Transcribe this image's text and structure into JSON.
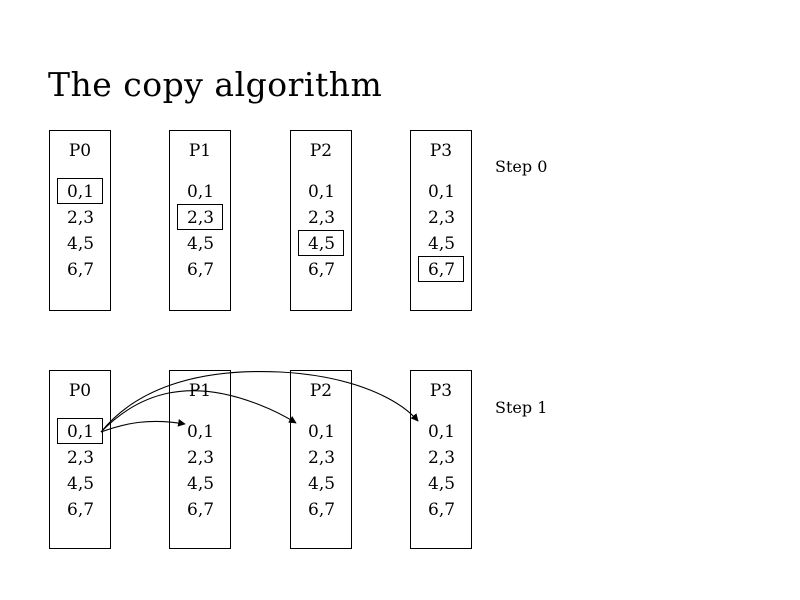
{
  "slide": {
    "title": "The copy algorithm",
    "background_color": "#ffffff",
    "ink_color": "#000000"
  },
  "rows": [
    {
      "step_label": "Step 0",
      "highlight_index": [
        0,
        1,
        2,
        3
      ],
      "processes": [
        {
          "name": "P0",
          "cells": [
            "0,1",
            "2,3",
            "4,5",
            "6,7"
          ],
          "highlighted_cell": "0,1"
        },
        {
          "name": "P1",
          "cells": [
            "0,1",
            "2,3",
            "4,5",
            "6,7"
          ],
          "highlighted_cell": "2,3"
        },
        {
          "name": "P2",
          "cells": [
            "0,1",
            "2,3",
            "4,5",
            "6,7"
          ],
          "highlighted_cell": "4,5"
        },
        {
          "name": "P3",
          "cells": [
            "0,1",
            "2,3",
            "4,5",
            "6,7"
          ],
          "highlighted_cell": "6,7"
        }
      ]
    },
    {
      "step_label": "Step 1",
      "processes": [
        {
          "name": "P0",
          "cells": [
            "0,1",
            "2,3",
            "4,5",
            "6,7"
          ],
          "highlighted_cell": "0,1"
        },
        {
          "name": "P1",
          "cells": [
            "0,1",
            "2,3",
            "4,5",
            "6,7"
          ],
          "highlighted_cell": null
        },
        {
          "name": "P2",
          "cells": [
            "0,1",
            "2,3",
            "4,5",
            "6,7"
          ],
          "highlighted_cell": null
        },
        {
          "name": "P3",
          "cells": [
            "0,1",
            "2,3",
            "4,5",
            "6,7"
          ],
          "highlighted_cell": null
        }
      ],
      "arrows": [
        {
          "from": "P0.0,1",
          "to": "P1.0,1"
        },
        {
          "from": "P0.0,1",
          "to": "P2.0,1"
        },
        {
          "from": "P0.0,1",
          "to": "P3.0,1"
        }
      ]
    }
  ]
}
